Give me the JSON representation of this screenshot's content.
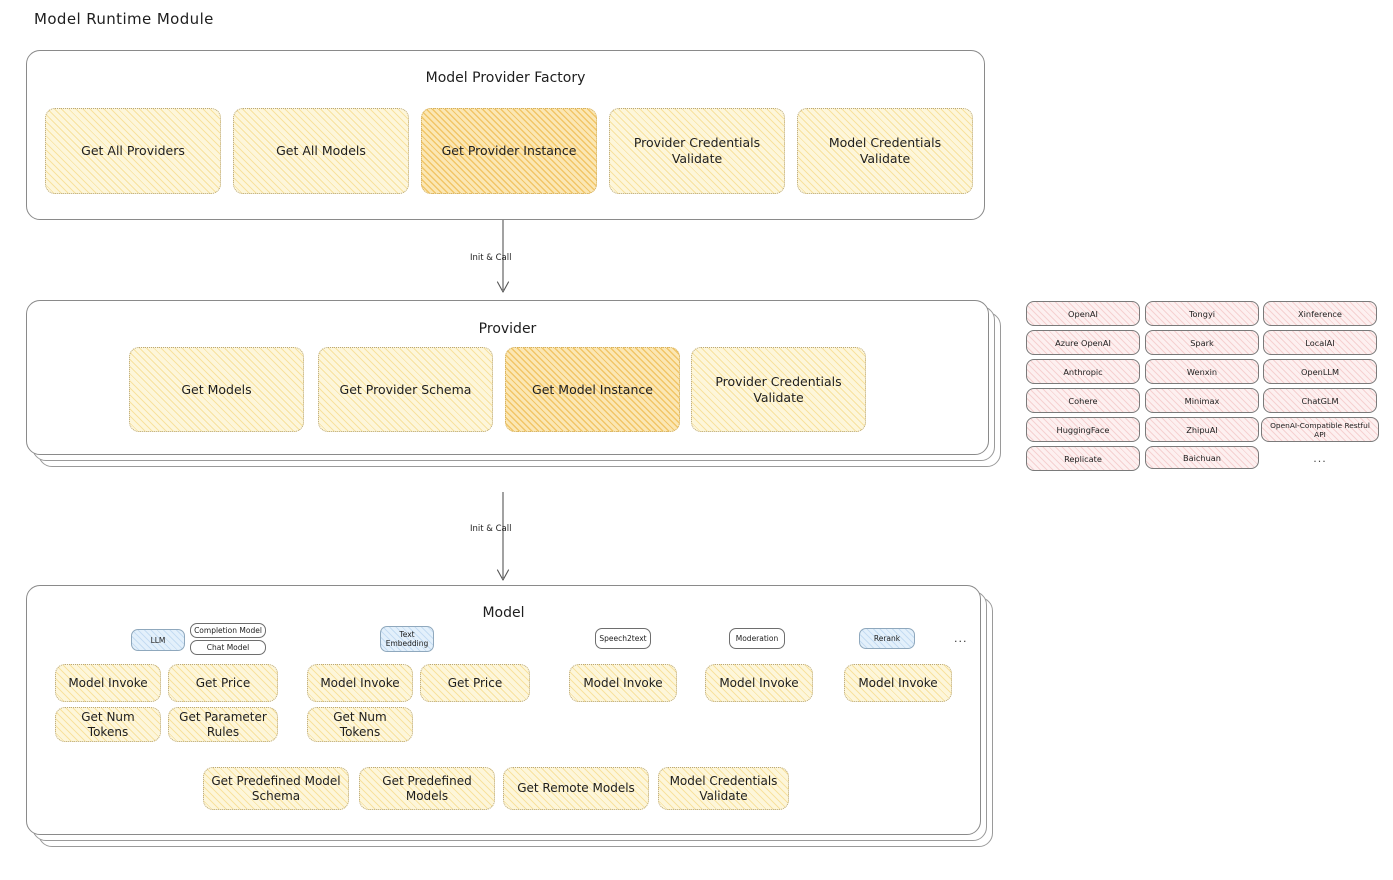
{
  "title": "Model Runtime Module",
  "factory": {
    "title": "Model Provider Factory",
    "nodes": [
      {
        "label": "Get All Providers",
        "highlight": false
      },
      {
        "label": "Get All Models",
        "highlight": false
      },
      {
        "label": "Get Provider Instance",
        "highlight": true
      },
      {
        "label": "Provider Credentials Validate",
        "highlight": false
      },
      {
        "label": "Model Credentials Validate",
        "highlight": false
      }
    ]
  },
  "arrows": [
    {
      "label": "Init & Call"
    },
    {
      "label": "Init & Call"
    }
  ],
  "provider": {
    "title": "Provider",
    "nodes": [
      {
        "label": "Get Models",
        "highlight": false
      },
      {
        "label": "Get Provider Schema",
        "highlight": false
      },
      {
        "label": "Get Model Instance",
        "highlight": true
      },
      {
        "label": "Provider Credentials Validate",
        "highlight": false
      }
    ]
  },
  "provider_list": {
    "columns": [
      [
        "OpenAI",
        "Azure OpenAI",
        "Anthropic",
        "Cohere",
        "HuggingFace",
        "Replicate"
      ],
      [
        "Tongyi",
        "Spark",
        "Wenxin",
        "Minimax",
        "ZhipuAI",
        "Baichuan"
      ],
      [
        "Xinference",
        "LocalAI",
        "OpenLLM",
        "ChatGLM",
        "OpenAI-Compatible Restful API"
      ]
    ],
    "ellipsis": "..."
  },
  "model": {
    "title": "Model",
    "types": [
      {
        "name": "LLM",
        "blue": true,
        "sub": [
          "Completion Model",
          "Chat Model"
        ]
      },
      {
        "name": "Text Embedding",
        "blue": true,
        "sub": []
      },
      {
        "name": "Speech2text",
        "blue": false,
        "sub": []
      },
      {
        "name": "Moderation",
        "blue": false,
        "sub": []
      },
      {
        "name": "Rerank",
        "blue": true,
        "sub": []
      }
    ],
    "types_ellipsis": "...",
    "columns": [
      {
        "nodes": [
          "Model Invoke",
          "Get Price",
          "Get Num Tokens",
          "Get Parameter Rules"
        ]
      },
      {
        "nodes": [
          "Model Invoke",
          "Get Price",
          "Get Num Tokens"
        ]
      },
      {
        "nodes": [
          "Model Invoke"
        ]
      },
      {
        "nodes": [
          "Model Invoke"
        ]
      },
      {
        "nodes": [
          "Model Invoke"
        ]
      }
    ],
    "bottom_nodes": [
      "Get Predefined Model Schema",
      "Get Predefined Models",
      "Get Remote Models",
      "Model Credentials Validate"
    ]
  },
  "colors": {
    "node_fill": "#fdf6da",
    "node_fill_strong": "#fbe7b4",
    "chip_fill": "#fdf0f0",
    "badge_blue": "#e3f0fb",
    "stroke": "#1e1e1e"
  }
}
